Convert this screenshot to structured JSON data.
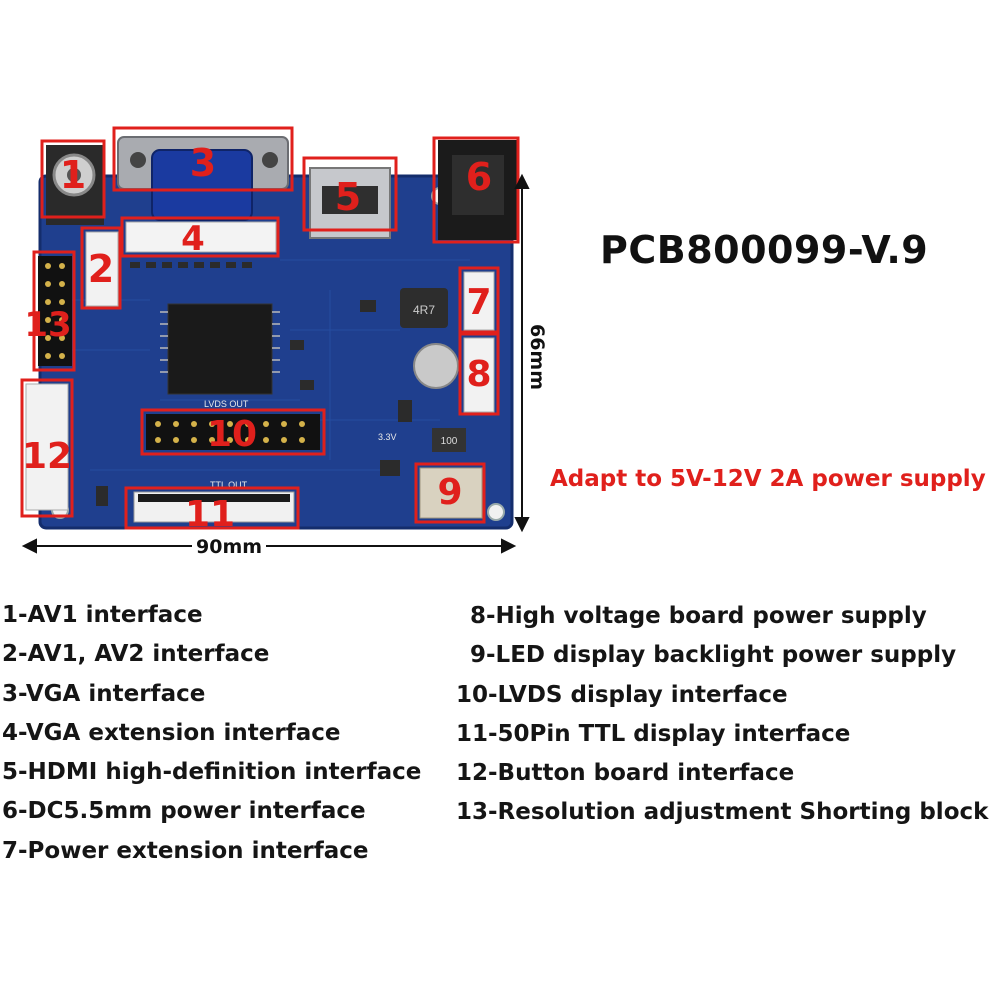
{
  "board": {
    "model": "PCB800099-V.9",
    "power_note": "Adapt to 5V-12V 2A power supply",
    "width_label": "90mm",
    "height_label": "66mm",
    "silkscreen": {
      "lvds": "LVDS OUT",
      "ttl": "TTL OUT",
      "volt": "3.3V",
      "inductor": "4R7",
      "res": "100"
    },
    "colors": {
      "pcb": "#1f3f8e",
      "pcb_dark": "#122a66",
      "highlight": "#e0201c"
    }
  },
  "callouts": [
    {
      "num": "1"
    },
    {
      "num": "2"
    },
    {
      "num": "3"
    },
    {
      "num": "4"
    },
    {
      "num": "5"
    },
    {
      "num": "6"
    },
    {
      "num": "7"
    },
    {
      "num": "8"
    },
    {
      "num": "9"
    },
    {
      "num": "10"
    },
    {
      "num": "11"
    },
    {
      "num": "12"
    },
    {
      "num": "13"
    }
  ],
  "legend_left": [
    "1-AV1 interface",
    "2-AV1, AV2 interface",
    "3-VGA interface",
    "4-VGA extension interface",
    "5-HDMI high-definition interface",
    "6-DC5.5mm power interface",
    "7-Power extension interface"
  ],
  "legend_right": [
    "8-High voltage board power supply",
    "9-LED display backlight power supply",
    "10-LVDS display interface",
    "11-50Pin TTL display interface",
    "12-Button board interface",
    "13-Resolution adjustment Shorting block"
  ]
}
